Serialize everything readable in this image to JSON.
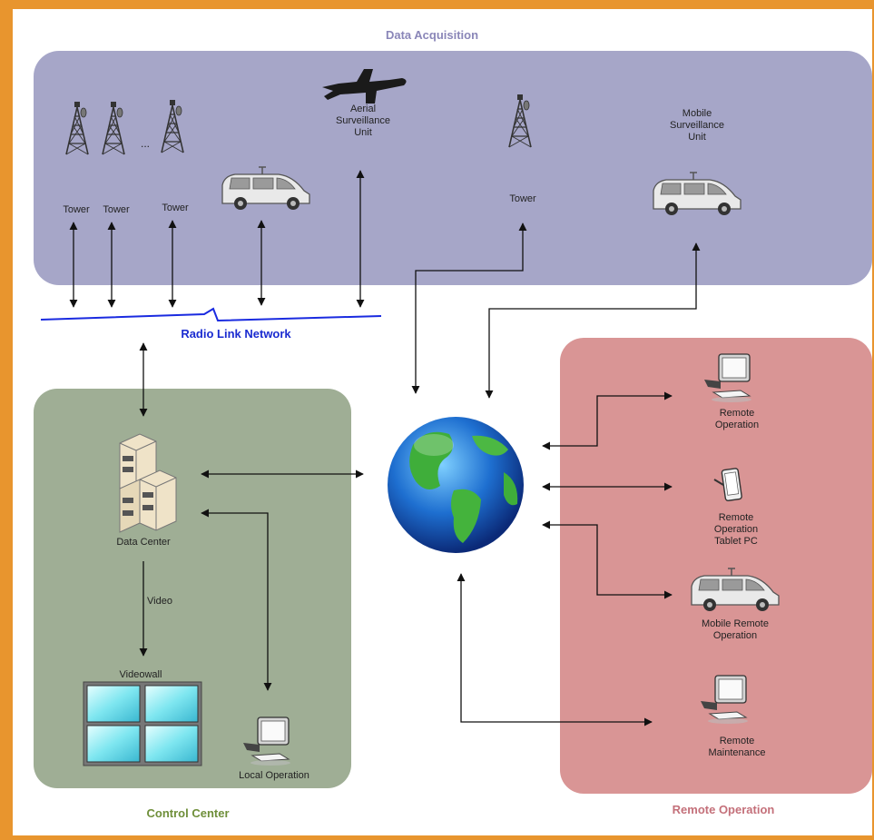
{
  "regions": {
    "acquisition": {
      "title": "Data Acquisition"
    },
    "control": {
      "title": "Control Center"
    },
    "remote": {
      "title": "Remote Operation"
    }
  },
  "network_label": "Radio Link Network",
  "acquisition_nodes": {
    "tower_1": "Tower",
    "tower_2": "Tower",
    "ellipsis": "...",
    "tower_3": "Tower",
    "aerial": "Aerial\nSurveillance\nUnit",
    "tower_4": "Tower",
    "mobile": "Mobile\nSurveillance\nUnit"
  },
  "control_nodes": {
    "data_center": "Data Center",
    "video": "Video",
    "videowall": "Videowall",
    "local_operation": "Local Operation"
  },
  "remote_nodes": {
    "remote_operation": "Remote\nOperation",
    "tablet": "Remote\nOperation\nTablet PC",
    "mobile_remote": "Mobile Remote\nOperation",
    "maintenance": "Remote\nMaintenance"
  },
  "colors": {
    "frame": "#e8952e",
    "background": "#ffffff",
    "acquisition_fill": "#a6a6c8",
    "control_fill": "#9fae95",
    "remote_fill": "#d99595",
    "acquisition_title": "#8a86b8",
    "control_title": "#6f8f3a",
    "remote_title": "#c4707a",
    "network_line": "#1a2be0",
    "network_text": "#1a2bd0"
  },
  "icons": [
    "tower-icon",
    "van-icon",
    "airplane-icon",
    "server-icon",
    "monitor-icon",
    "tablet-icon",
    "globe-icon",
    "videowall-icon"
  ]
}
